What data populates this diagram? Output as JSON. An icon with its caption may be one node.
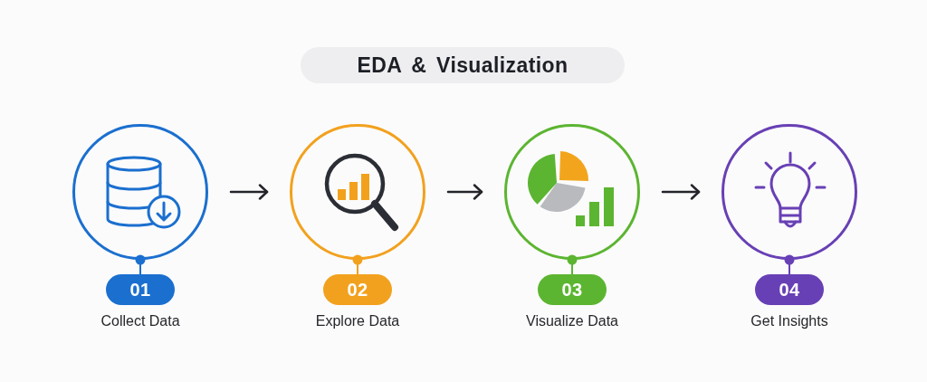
{
  "diagram": {
    "title": "EDA & Visualization",
    "nodes": [
      {
        "text": [],
        "shape": "circle"
      },
      {
        "text": [
          "01"
        ],
        "beside": [
          "Collect Data"
        ]
      },
      {
        "text": [],
        "shape": "circle"
      },
      {
        "text": [
          "02"
        ],
        "beside": [
          "Explore Data"
        ]
      },
      {
        "text": [],
        "shape": "circle"
      },
      {
        "text": [
          "03"
        ],
        "beside": [
          "Visualize Data"
        ]
      },
      {
        "text": [],
        "shape": "circle"
      },
      {
        "text": [
          "04"
        ],
        "beside": [
          "Get Insights"
        ]
      }
    ],
    "edges": [
      {
        "from": 0,
        "to": 2,
        "arrow": "to"
      },
      {
        "from": 2,
        "to": 4,
        "arrow": "to"
      },
      {
        "from": 4,
        "to": 6,
        "arrow": "to"
      },
      {
        "from": 1,
        "to": 0,
        "arrow": "other",
        "color": "#1b6fcf"
      },
      {
        "from": 3,
        "to": 2,
        "arrow": "other",
        "color": "#f2a11e"
      },
      {
        "from": 5,
        "to": 4,
        "arrow": "other",
        "color": "#5cb531"
      },
      {
        "from": 7,
        "to": 6,
        "arrow": "other",
        "color": "#6840b5"
      }
    ]
  }
}
